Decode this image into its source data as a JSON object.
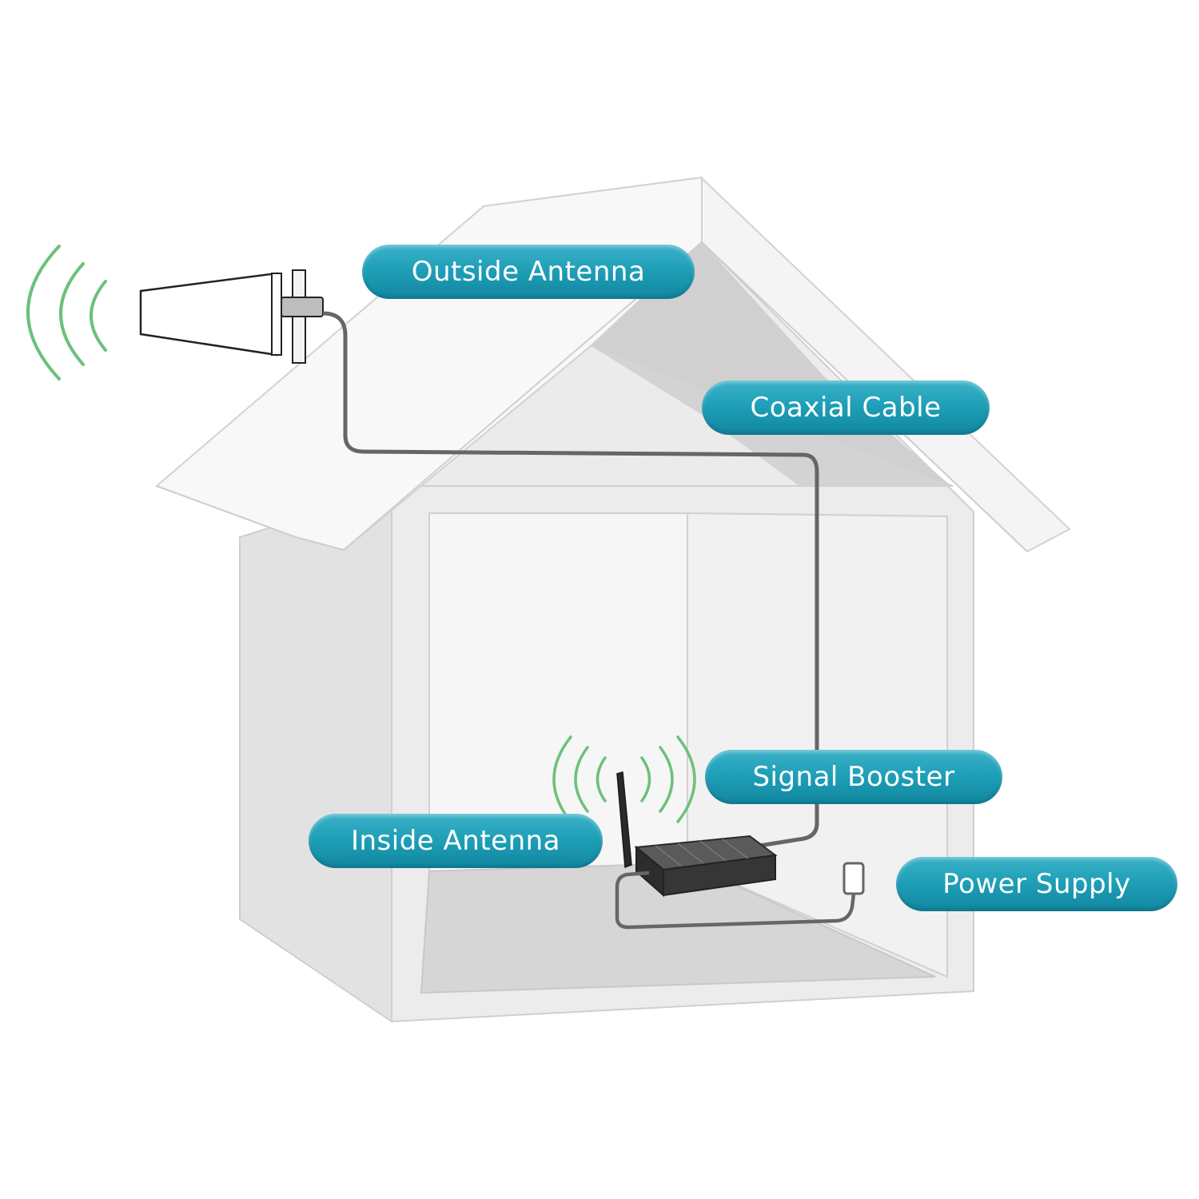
{
  "labels": {
    "outside_antenna": "Outside Antenna",
    "coaxial_cable": "Coaxial Cable",
    "signal_booster": "Signal Booster",
    "inside_antenna": "Inside Antenna",
    "power_supply": "Power Supply"
  },
  "colors": {
    "label_fill": "#1fa0b8",
    "label_text": "#ffffff",
    "house_wall": "#e3e3e3",
    "house_roof": "#f7f7f7",
    "house_outline": "#cfcfcf",
    "roof_shadow": "#cdcdcd",
    "cable": "#666666",
    "booster_body": "#3a3a3a",
    "signal_waves": "#6cc17a"
  }
}
